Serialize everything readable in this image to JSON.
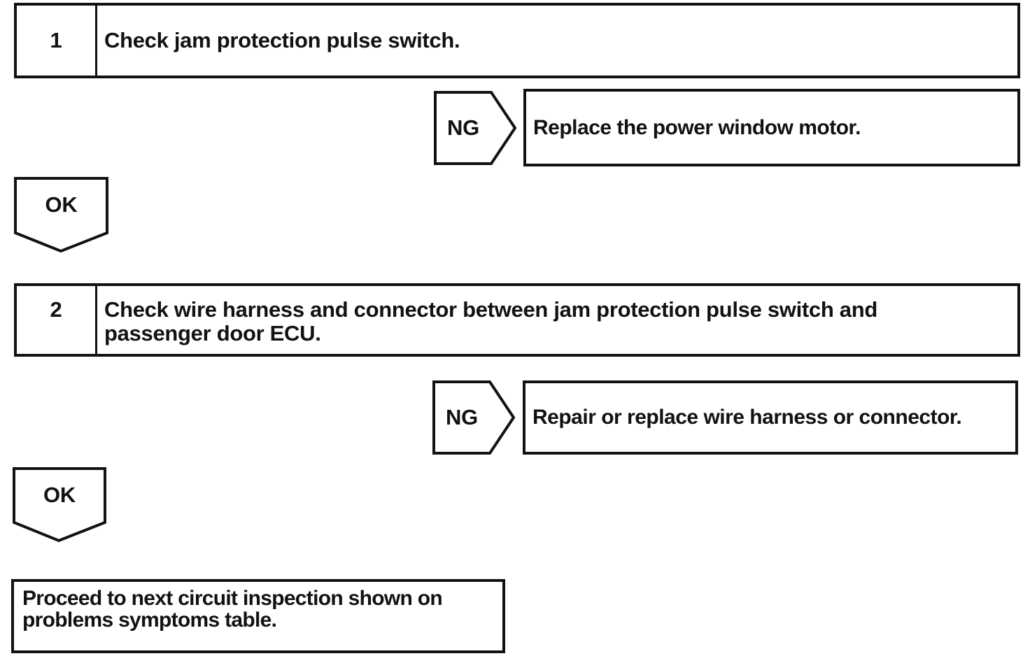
{
  "flowchart": {
    "title": "jam-protection-pulse-switch-troubleshooting-flow",
    "colors": {
      "ink": "#121212",
      "background": "#ffffff"
    },
    "steps": [
      {
        "number": "1",
        "instruction": "Check jam protection pulse switch.",
        "ng_label": "NG",
        "ng_action": "Replace the power window motor.",
        "ok_label": "OK"
      },
      {
        "number": "2",
        "instruction": "Check wire harness and connector between jam protection pulse switch and passenger door ECU.",
        "ng_label": "NG",
        "ng_action": "Repair or replace wire harness or connector.",
        "ok_label": "OK"
      }
    ],
    "end": {
      "text": "Proceed to next circuit inspection shown on problems symptoms table."
    }
  }
}
